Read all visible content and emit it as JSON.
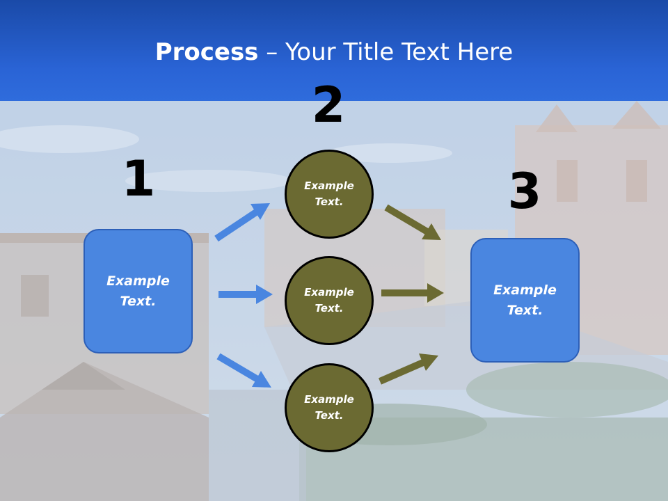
{
  "title": {
    "bold": "Process",
    "rest": " – Your Title Text Here"
  },
  "steps": {
    "one": {
      "number": "1",
      "label": "Example Text."
    },
    "two": {
      "number": "2",
      "labels": [
        "Example Text.",
        "Example Text.",
        "Example Text."
      ]
    },
    "three": {
      "number": "3",
      "label": "Example Text."
    }
  },
  "colors": {
    "header": "#2a64d6",
    "box": "#4a86e0",
    "circle": "#6b6a32",
    "blue_arrow": "#4a86e0",
    "olive_arrow": "#6b6a32"
  }
}
